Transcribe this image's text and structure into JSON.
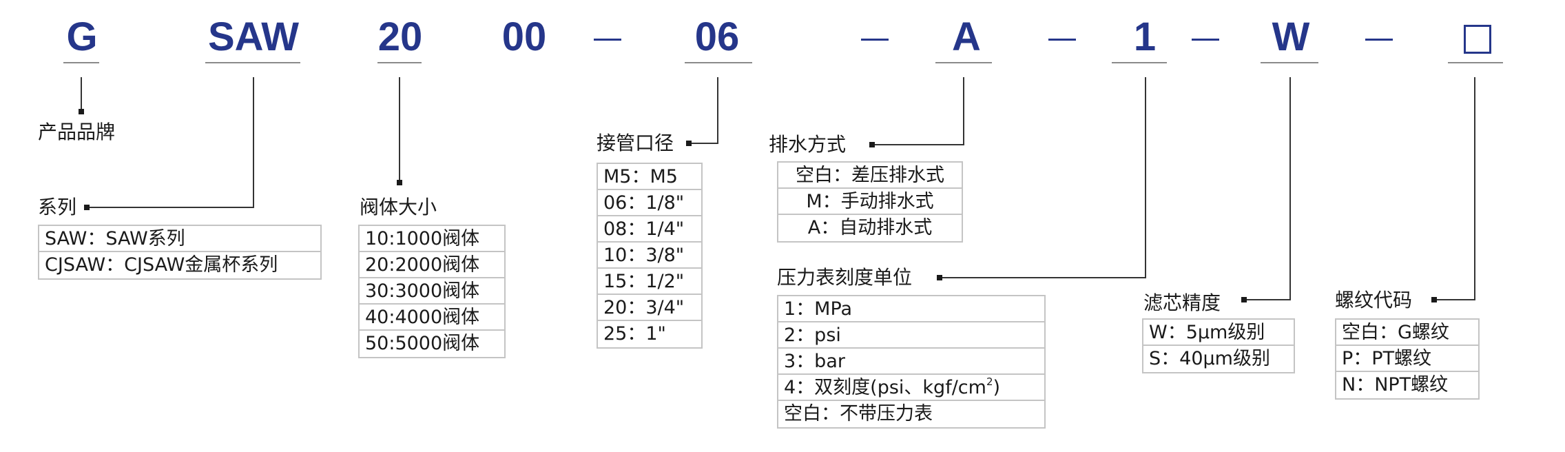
{
  "codes": {
    "g": "G",
    "saw": "SAW",
    "size": "20",
    "body": "00",
    "port": "06",
    "drain": "A",
    "gauge": "1",
    "filter": "W",
    "thread": "□"
  },
  "labels": {
    "brand": "产品品牌",
    "series": "系列",
    "body_size": "阀体大小",
    "port": "接管口径",
    "drain": "排水方式",
    "gauge": "压力表刻度单位",
    "filter": "滤芯精度",
    "thread": "螺纹代码"
  },
  "series_rows": [
    "SAW：SAW系列",
    "CJSAW：CJSAW金属杯系列"
  ],
  "body_rows": [
    "10:1000阀体",
    "20:2000阀体",
    "30:3000阀体",
    "40:4000阀体",
    "50:5000阀体"
  ],
  "port_rows": [
    "M5：M5",
    "06：1/8\"",
    "08：1/4\"",
    "10：3/8\"",
    "15：1/2\"",
    "20：3/4\"",
    "25：1\""
  ],
  "drain_rows": [
    "空白：差压排水式",
    "M：手动排水式",
    "A：自动排水式"
  ],
  "gauge_rows": [
    "1：MPa",
    "2：psi",
    "3：bar",
    "4：双刻度(psi、kgf/cm",
    "空白：不带压力表"
  ],
  "gauge_sup": "2",
  "gauge_close": ")",
  "filter_rows": [
    "W：5μm级别",
    "S：40μm级别"
  ],
  "thread_rows": [
    "空白：G螺纹",
    "P：PT螺纹",
    "N：NPT螺纹"
  ],
  "colors": {
    "code_blue": "#25368a",
    "line": "#333333",
    "table_border": "#c4c4c4"
  }
}
